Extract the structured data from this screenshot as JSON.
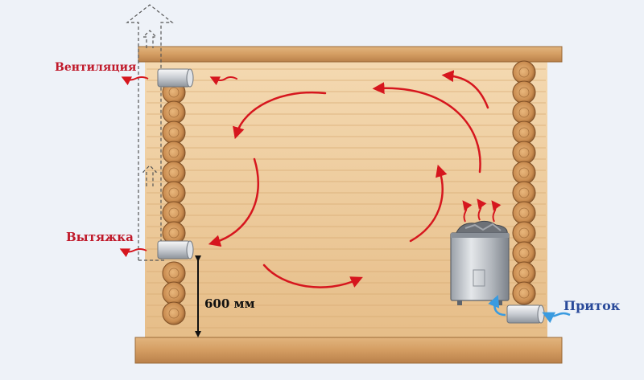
{
  "labels": {
    "ventilation": "Вентиляция",
    "exhaust": "Вытяжка",
    "intake": "Приток",
    "height": "600 мм"
  },
  "colors": {
    "airflow": "#d6161e",
    "intake_arrow": "#3a9be0",
    "wood": "#e7c08e",
    "log": "#c98c50",
    "background": "#eef2f8"
  },
  "icons": [
    "airflow-arrow",
    "heat-arrow",
    "stove-icon",
    "vent-pipe-icon",
    "dimension-arrow"
  ]
}
